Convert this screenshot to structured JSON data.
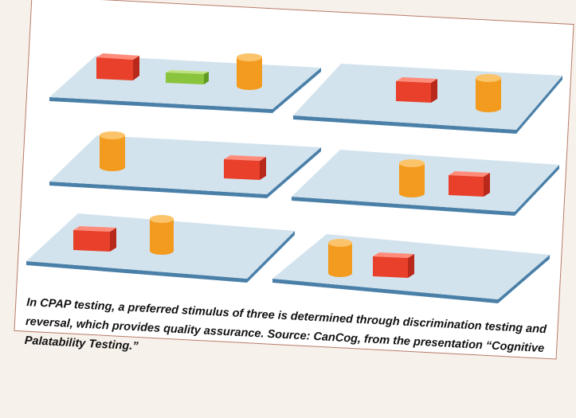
{
  "caption": {
    "text": "In CPAP testing, a preferred stimulus of three is determined through discrimination testing and reversal, which provides quality assurance. Source: CanCog, from the presentation “Cognitive Palatability Testing.”"
  },
  "colors": {
    "tray_top": "#d3e3ed",
    "tray_edge": "#4a80a8",
    "box_red": "#e8402a",
    "box_green": "#8ac43c",
    "cylinder_orange": "#f39b1e",
    "card_border": "#b97a68"
  },
  "trays": [
    {
      "label": "tray-1",
      "objects": [
        "red-box",
        "green-box",
        "orange-cylinder"
      ]
    },
    {
      "label": "tray-2",
      "objects": [
        "red-box",
        "orange-cylinder"
      ]
    },
    {
      "label": "tray-3",
      "objects": [
        "orange-cylinder",
        "red-box"
      ]
    },
    {
      "label": "tray-4",
      "objects": [
        "orange-cylinder",
        "red-box"
      ]
    },
    {
      "label": "tray-5",
      "objects": [
        "red-box",
        "orange-cylinder"
      ]
    },
    {
      "label": "tray-6",
      "objects": [
        "orange-cylinder",
        "red-box"
      ]
    }
  ]
}
